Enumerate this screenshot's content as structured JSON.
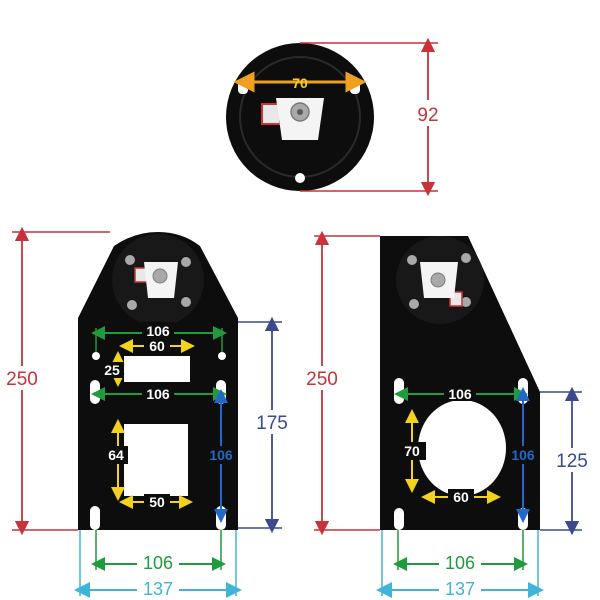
{
  "colors": {
    "red": "#c8323a",
    "navy": "#3a4a8c",
    "green": "#1f9a3c",
    "yellow": "#f2d21a",
    "cyan": "#3fb4d8",
    "blue": "#2268c8",
    "plate": "#0d0d0d",
    "arrow_orange": "#f0a020"
  },
  "top_view": {
    "diameter": "70",
    "height": "92"
  },
  "left_plate": {
    "height": "250",
    "upper_hole_spacing": "106",
    "slot_width": "60",
    "slot_height": "25",
    "middle_spacing": "106",
    "window_height": "64",
    "window_width": "50",
    "vertical_spacing": "106",
    "lower_height": "175",
    "bottom_spacing": "106",
    "overall_width": "137"
  },
  "right_plate": {
    "height": "250",
    "slot_spacing": "106",
    "opening_height": "70",
    "opening_width": "60",
    "vertical_spacing": "106",
    "lower_height": "125",
    "bottom_spacing": "106",
    "overall_width": "137"
  },
  "icons": [
    "motor-hub-icon",
    "bolt-icon",
    "connector-icon"
  ]
}
